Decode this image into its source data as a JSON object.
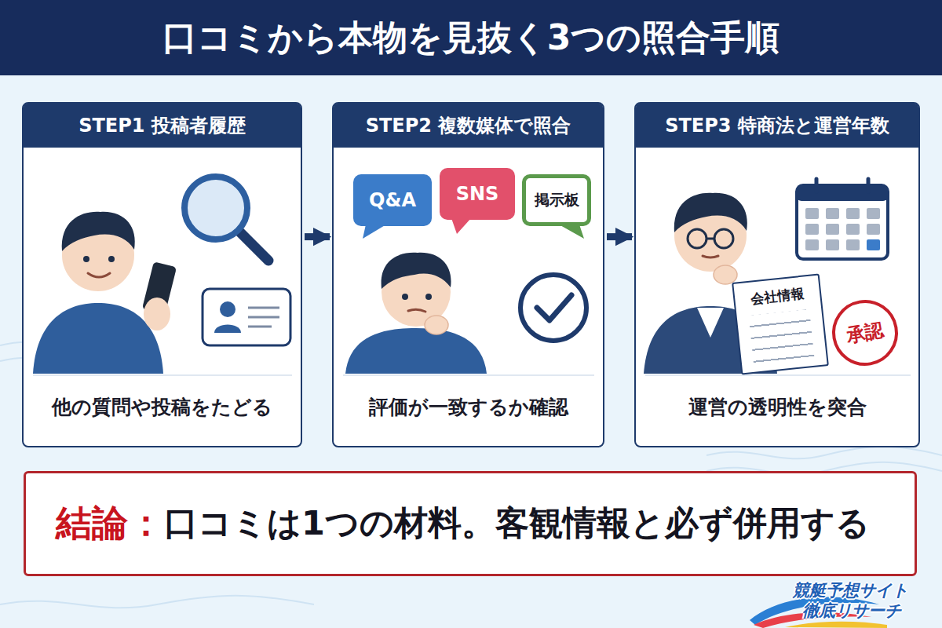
{
  "diagram": {
    "title": "口コミから本物を見抜く3つの照合手順",
    "nodes": [
      {
        "text": [
          "STEP1 投稿者履歴",
          "他の質問や投稿をたどる"
        ]
      },
      {
        "text": [
          "STEP2 複数媒体で照合",
          "評価が一致するか確認"
        ]
      },
      {
        "text": [
          "Q&A"
        ],
        "in": 1
      },
      {
        "text": [
          "SNS"
        ],
        "in": 1
      },
      {
        "text": [
          "掲示板"
        ],
        "in": 1
      },
      {
        "text": [
          "STEP3 特商法と運営年数",
          "運営の透明性を突合"
        ]
      },
      {
        "text": [
          "会社情報"
        ],
        "in": 5
      },
      {
        "text": [
          "承認"
        ],
        "in": 5
      },
      {
        "text": [
          "結論：",
          "口コミは1つの材料。客観情報と必ず併用する"
        ]
      }
    ],
    "edges": [
      {
        "from": 0,
        "to": 1,
        "arrow": "to"
      },
      {
        "from": 1,
        "to": 5,
        "arrow": "to"
      }
    ],
    "labels": [
      "競艇予想サイト",
      "徹底リサーチ"
    ]
  }
}
